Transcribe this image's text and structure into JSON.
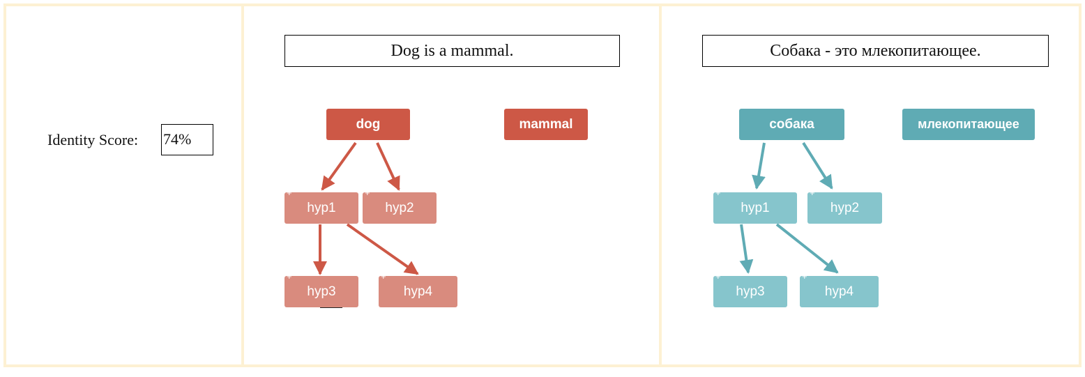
{
  "identity": {
    "label": "Identity Score:",
    "value": "74%"
  },
  "english": {
    "sentence": "Dog is a mammal.",
    "root_label": "dog",
    "second_label": "mammal",
    "hyp_labels": [
      "hyp1",
      "hyp2",
      "hyp3",
      "hyp4"
    ],
    "expand_glyph": "+"
  },
  "russian": {
    "sentence": "Собака - это млекопитающее.",
    "root_label": "собака",
    "second_label": "млекопитающее",
    "hyp_labels": [
      "hyp1",
      "hyp2",
      "hyp3",
      "hyp4"
    ],
    "expand_glyph": "+"
  },
  "colors": {
    "english_root": "#cd5846",
    "english_hyp": "#d98b7e",
    "russian_root": "#5fabb4",
    "russian_hyp": "#86c5cc",
    "panel_border": "#fdf1d3"
  }
}
